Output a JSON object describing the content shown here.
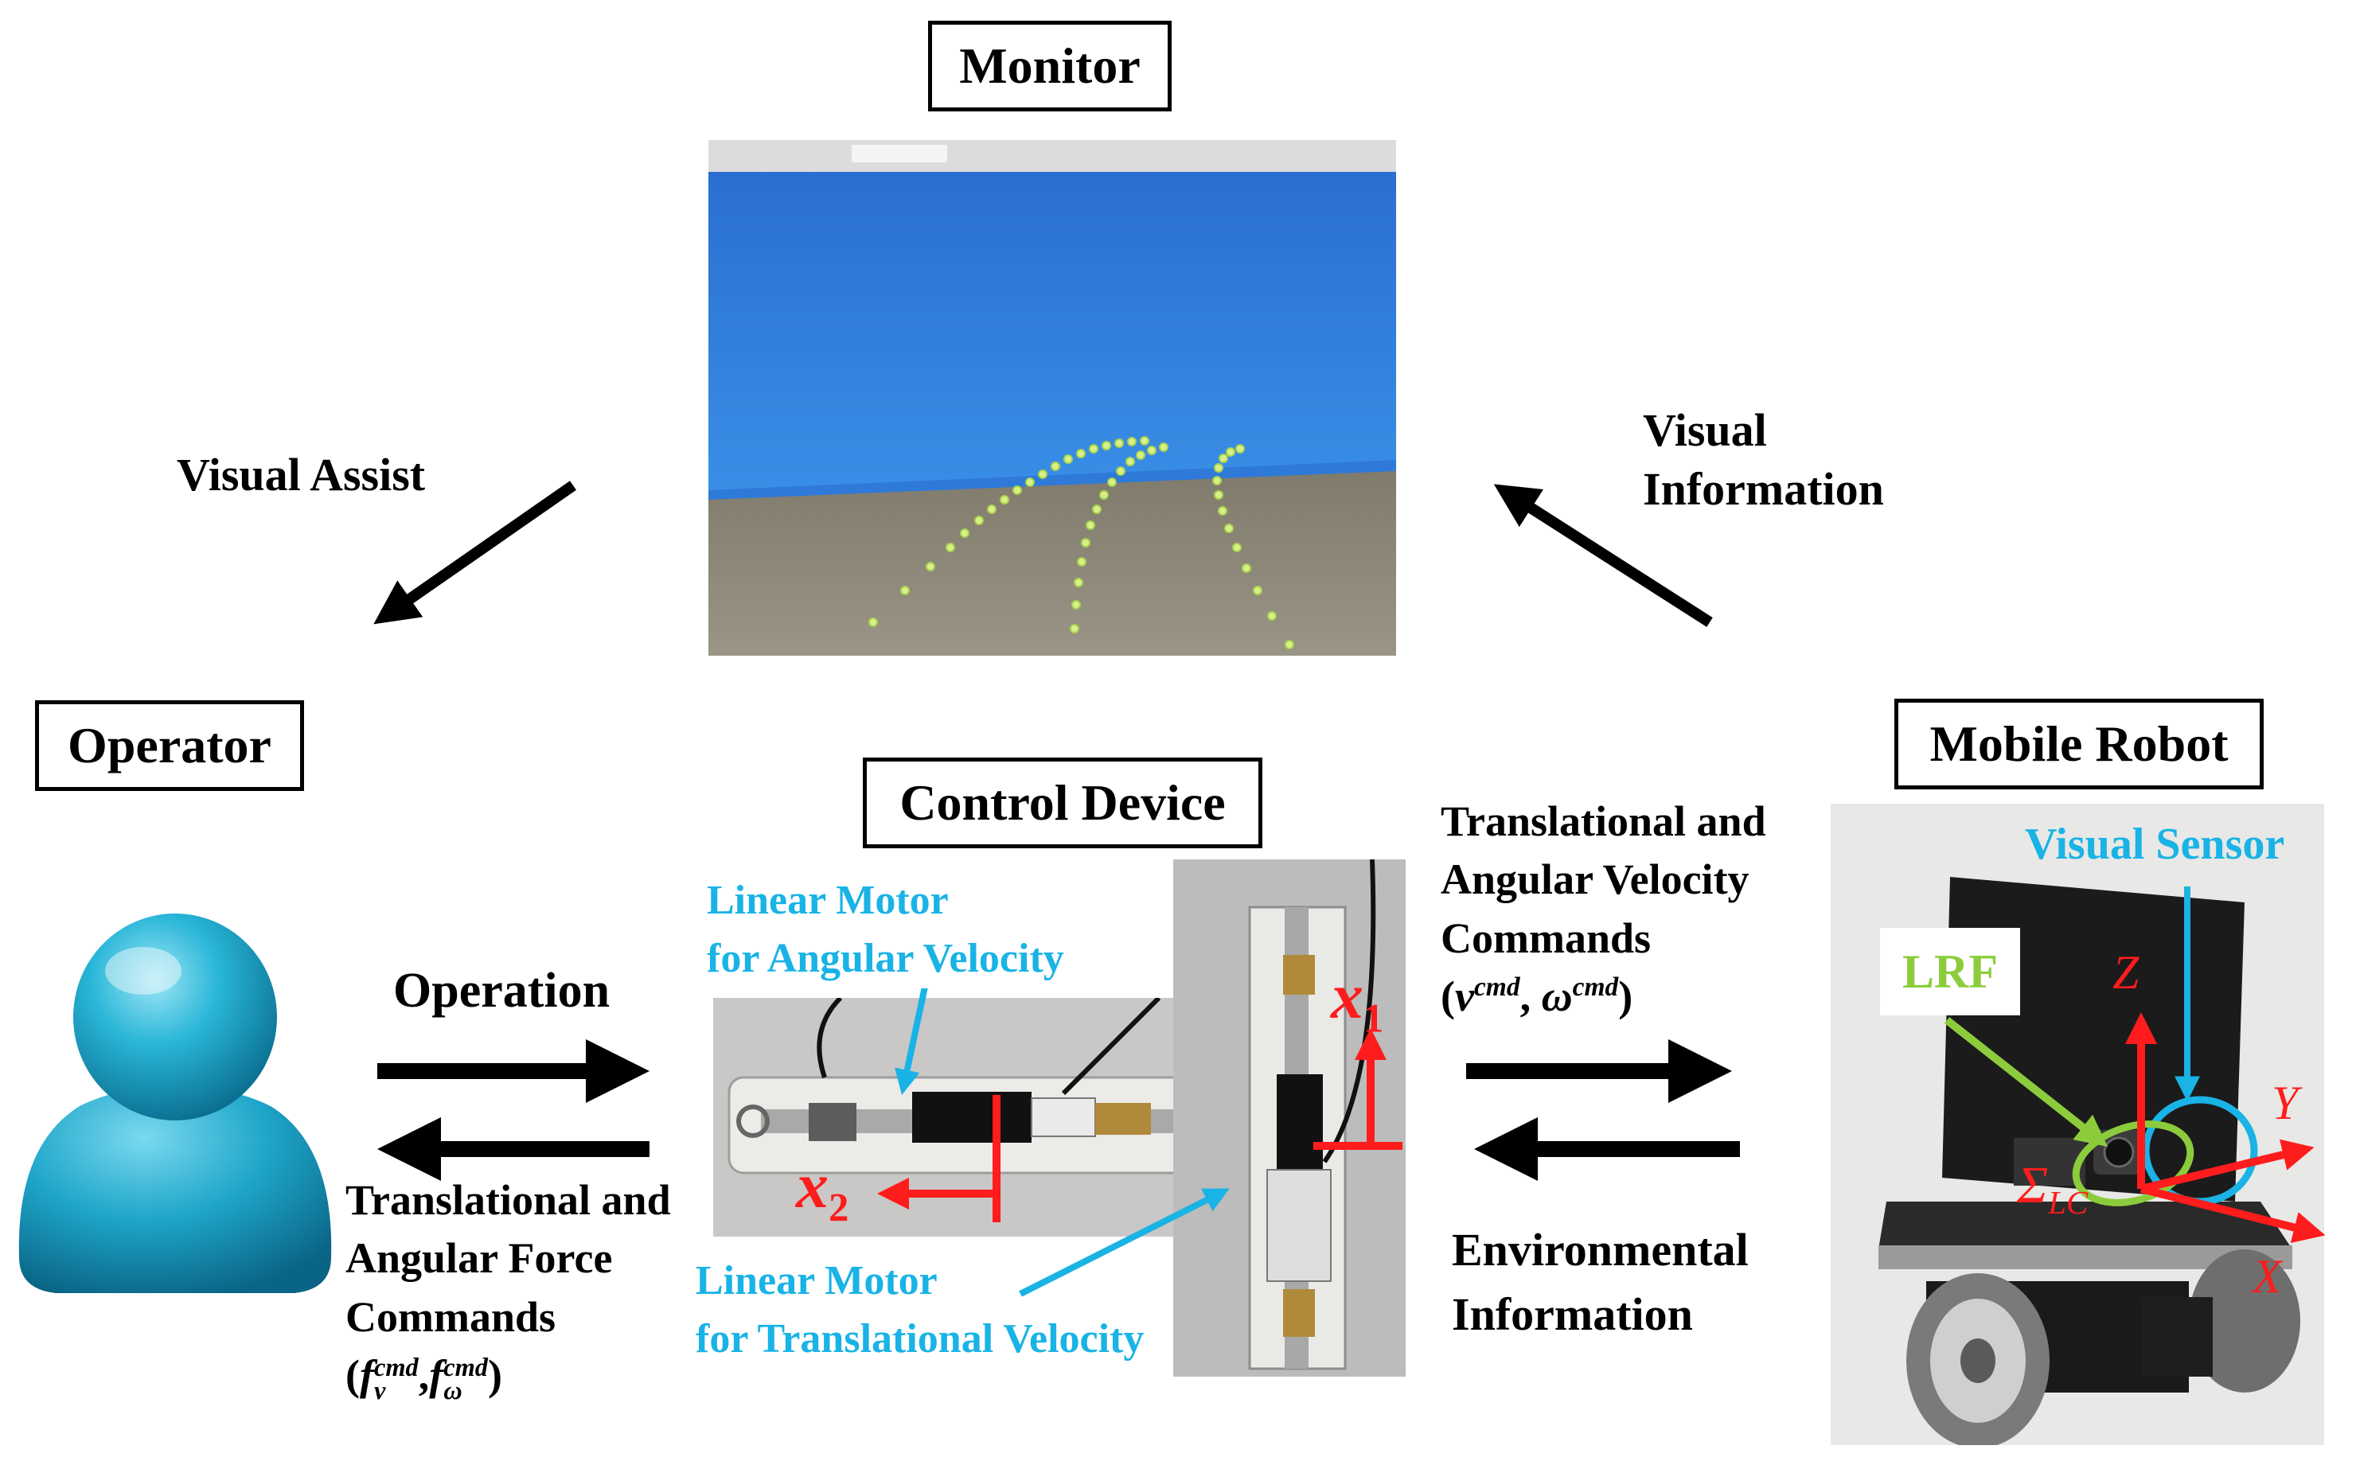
{
  "boxes": {
    "monitor": "Monitor",
    "operator": "Operator",
    "control_device": "Control Device",
    "mobile_robot": "Mobile Robot"
  },
  "labels": {
    "visual_assist": "Visual Assist",
    "visual_information_1": "Visual",
    "visual_information_2": "Information",
    "operation": "Operation",
    "force_cmd_1": "Translational and",
    "force_cmd_2": "Angular Force",
    "force_cmd_3": "Commands",
    "velocity_cmd_1": "Translational and",
    "velocity_cmd_2": "Angular Velocity",
    "velocity_cmd_3": "Commands",
    "environmental_1": "Environmental",
    "environmental_2": "Information"
  },
  "math": {
    "f_open": "(",
    "f": "f",
    "v_sub": "v",
    "omega_sub": "ω",
    "cmd": "cmd",
    "comma": ",",
    "close": ")",
    "v": "v",
    "omega": "ω",
    "x1": "x",
    "x1_sub": "1",
    "x2": "x",
    "x2_sub": "2",
    "axis_z": "Z",
    "axis_y": "Y",
    "axis_x": "X",
    "sigma": "Σ",
    "sigma_sub": "LC"
  },
  "annotations": {
    "linear_motor_angular_1": "Linear Motor",
    "linear_motor_angular_2": "for Angular Velocity",
    "linear_motor_trans_1": "Linear Motor",
    "linear_motor_trans_2": "for Translational Velocity",
    "visual_sensor": "Visual Sensor",
    "lrf": "LRF"
  },
  "colors": {
    "annotation_blue": "#19b3e6",
    "annotation_green": "#8ccc3c",
    "axis_red": "#ff1c1c",
    "operator_icon": "#1aa3c7",
    "monitor_wall": "#2b7fd8",
    "monitor_floor": "#8c8778",
    "trajectory_dots": "#b9e27a"
  },
  "icons": {
    "operator": "person-icon",
    "robot": "mobile-robot-photo",
    "device": "linear-motor-photo",
    "monitor": "camera-view-photo"
  }
}
